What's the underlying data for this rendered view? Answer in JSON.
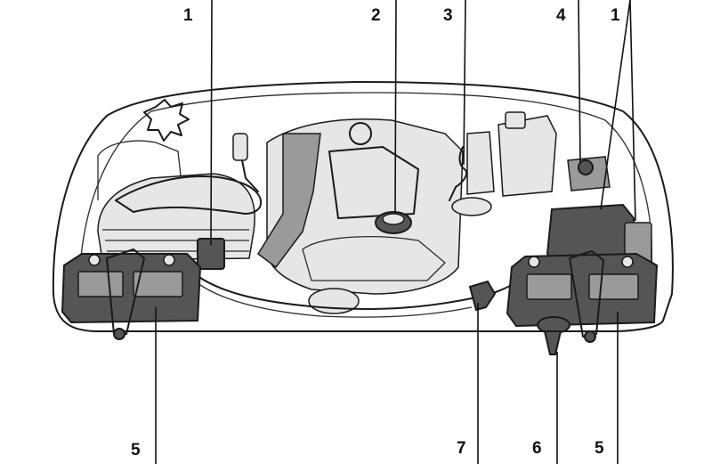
{
  "callouts": [
    {
      "id": "c1a",
      "text": "1"
    },
    {
      "id": "c2",
      "text": "2"
    },
    {
      "id": "c3",
      "text": "3"
    },
    {
      "id": "c4",
      "text": "4"
    },
    {
      "id": "c1b",
      "text": "1"
    },
    {
      "id": "c5a",
      "text": "5"
    },
    {
      "id": "c7",
      "text": "7"
    },
    {
      "id": "c6",
      "text": "6"
    },
    {
      "id": "c5b",
      "text": "5"
    }
  ]
}
